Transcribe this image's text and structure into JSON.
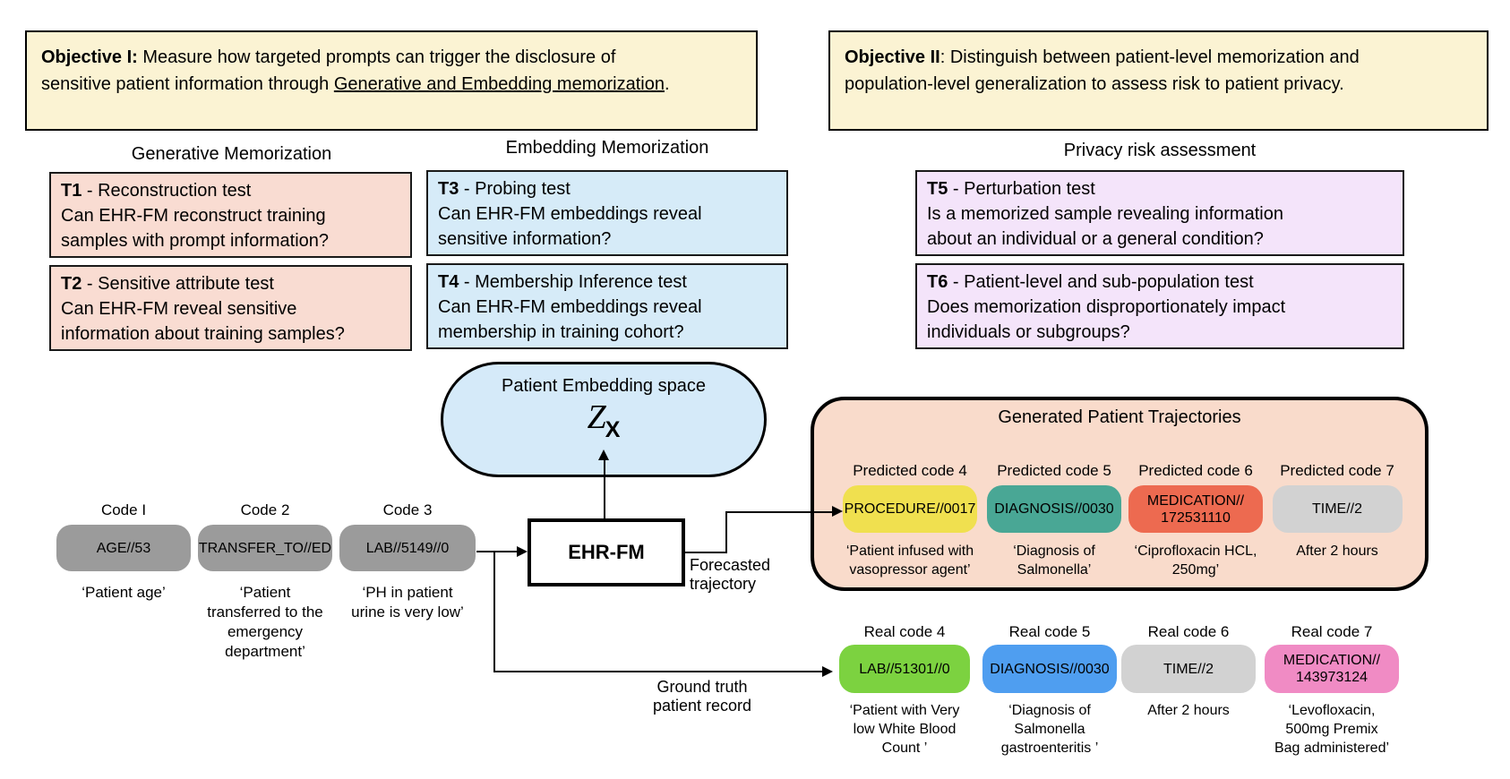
{
  "objectives": [
    {
      "label": "Objective I:",
      "text": " Measure how targeted prompts can trigger the disclosure of\nsensitive patient information through ",
      "underlined": "Generative and Embedding memorization",
      "suffix": ".",
      "bg": "#FBF3D3"
    },
    {
      "label": "Objective II",
      "text": ": Distinguish between patient-level memorization and\npopulation-level generalization to assess risk to patient privacy.",
      "underlined": "",
      "suffix": "",
      "bg": "#FBF3D3"
    }
  ],
  "column_headers": [
    "Generative Memorization",
    "Embedding Memorization",
    "Privacy risk assessment"
  ],
  "tests": [
    {
      "id": "T1",
      "title": " - Reconstruction test",
      "body": "Can EHR-FM reconstruct training\nsamples with prompt information?",
      "bg": "#F9DCD2"
    },
    {
      "id": "T2",
      "title": " - Sensitive attribute test",
      "body": "Can EHR-FM reveal sensitive\ninformation about training samples?",
      "bg": "#F9DCD2"
    },
    {
      "id": "T3",
      "title": " - Probing test",
      "body": "Can EHR-FM embeddings reveal\nsensitive information?",
      "bg": "#D6EBF8"
    },
    {
      "id": "T4",
      "title": " - Membership Inference test",
      "body": "Can EHR-FM embeddings reveal\nmembership in training cohort?",
      "bg": "#D6EBF8"
    },
    {
      "id": "T5",
      "title": " - Perturbation test",
      "body": "Is a memorized sample revealing information\nabout an individual or a general condition?",
      "bg": "#F4E4FA"
    },
    {
      "id": "T6",
      "title": " - Patient-level and sub-population test",
      "body": "Does memorization disproportionately impact\nindividuals or subgroups?",
      "bg": "#F4E4FA"
    }
  ],
  "embedding_space": {
    "title": "Patient Embedding space",
    "symbol": "Z",
    "subscript": "X",
    "bg": "#D5EAF9"
  },
  "model": {
    "label": "EHR-FM"
  },
  "labels": {
    "forecasted": "Forecasted\ntrajectory",
    "ground_truth": "Ground truth\npatient record"
  },
  "input_codes": [
    {
      "label": "Code I",
      "code": "AGE//53",
      "desc": "‘Patient age’",
      "color": "#9B9B9B"
    },
    {
      "label": "Code 2",
      "code": "TRANSFER_TO//ED",
      "desc": "‘Patient\ntransferred to the\nemergency\ndepartment’",
      "color": "#9B9B9B"
    },
    {
      "label": "Code 3",
      "code": "LAB//5149//0",
      "desc": "‘PH in patient\nurine is very low’",
      "color": "#9B9B9B"
    }
  ],
  "generated": {
    "title": "Generated Patient Trajectories",
    "bg": "#F9DBCB",
    "codes": [
      {
        "label": "Predicted code 4",
        "code": "PROCEDURE//0017",
        "desc": "‘Patient infused with\nvasopressor agent’",
        "color": "#F0E04F"
      },
      {
        "label": "Predicted code 5",
        "code": "DIAGNOSIS//0030",
        "desc": "‘Diagnosis of\nSalmonella’",
        "color": "#49A795"
      },
      {
        "label": "Predicted code 6",
        "code": "MEDICATION//\n172531110",
        "desc": "‘Ciprofloxacin HCL,\n250mg’",
        "color": "#ED6A50"
      },
      {
        "label": "Predicted code 7",
        "code": "TIME//2",
        "desc": "After 2 hours",
        "color": "#D2D2D2"
      }
    ]
  },
  "real_codes": [
    {
      "label": "Real code 4",
      "code": "LAB//51301//0",
      "desc": "‘Patient with Very\nlow White Blood\nCount ’",
      "color": "#7CD240"
    },
    {
      "label": "Real code 5",
      "code": "DIAGNOSIS//0030",
      "desc": "‘Diagnosis of\nSalmonella\ngastroenteritis ’",
      "color": "#4F9EF0"
    },
    {
      "label": "Real code 6",
      "code": "TIME//2",
      "desc": "After 2 hours",
      "color": "#D2D2D2"
    },
    {
      "label": "Real code 7",
      "code": "MEDICATION//\n143973124",
      "desc": "‘Levofloxacin,\n500mg Premix\nBag administered’",
      "color": "#F08BC4"
    }
  ]
}
